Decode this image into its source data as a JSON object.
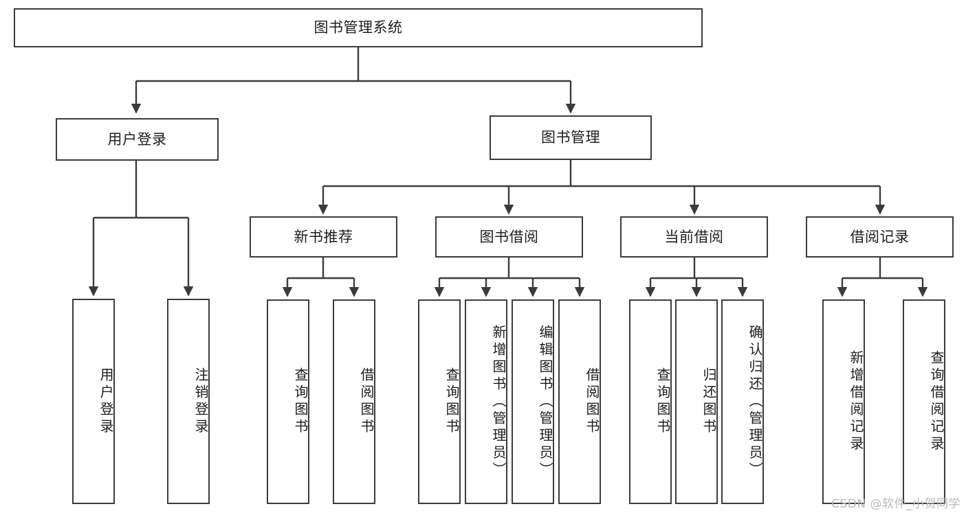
{
  "diagram": {
    "title": "图书管理系统",
    "watermark": "CSDN @软件_小贺同学",
    "stroke_color": "#3b3b3b",
    "text_color": "#1d1d1d",
    "background_color": "#ffffff",
    "watermark_color": "#b9b9b9"
  },
  "nodes": {
    "root": {
      "label": "图书管理系统"
    },
    "level1": [
      {
        "label": "用户登录"
      },
      {
        "label": "图书管理"
      }
    ],
    "level2": [
      {
        "label": "新书推荐"
      },
      {
        "label": "图书借阅"
      },
      {
        "label": "当前借阅"
      },
      {
        "label": "借阅记录"
      }
    ],
    "leaves": {
      "user_login": [
        {
          "label": "用户登录"
        },
        {
          "label": "注销登录"
        }
      ],
      "new_book": [
        {
          "label": "查询图书"
        },
        {
          "label": "借阅图书"
        }
      ],
      "book_borrow": [
        {
          "label": "查询图书"
        },
        {
          "label": "新增图书（管理员）"
        },
        {
          "label": "编辑图书（管理员）"
        },
        {
          "label": "借阅图书"
        }
      ],
      "current_borrow": [
        {
          "label": "查询图书"
        },
        {
          "label": "归还图书"
        },
        {
          "label": "确认归还（管理员）"
        }
      ],
      "borrow_record": [
        {
          "label": "新增借阅记录"
        },
        {
          "label": "查询借阅记录"
        }
      ]
    }
  }
}
